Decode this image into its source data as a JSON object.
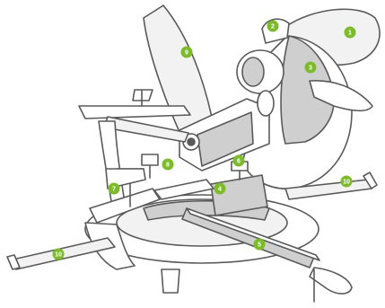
{
  "accent_color": "#7dbb2c",
  "outline_color": "#5a5a5a",
  "fill_gray": "#cfcfcf",
  "fill_light": "#f2f2f2",
  "callouts": [
    {
      "label": "1"
    },
    {
      "label": "2"
    },
    {
      "label": "3"
    },
    {
      "label": "4"
    },
    {
      "label": "5"
    },
    {
      "label": "6"
    },
    {
      "label": "7"
    },
    {
      "label": "8"
    },
    {
      "label": "9"
    },
    {
      "label": "10"
    },
    {
      "label": "10"
    }
  ]
}
